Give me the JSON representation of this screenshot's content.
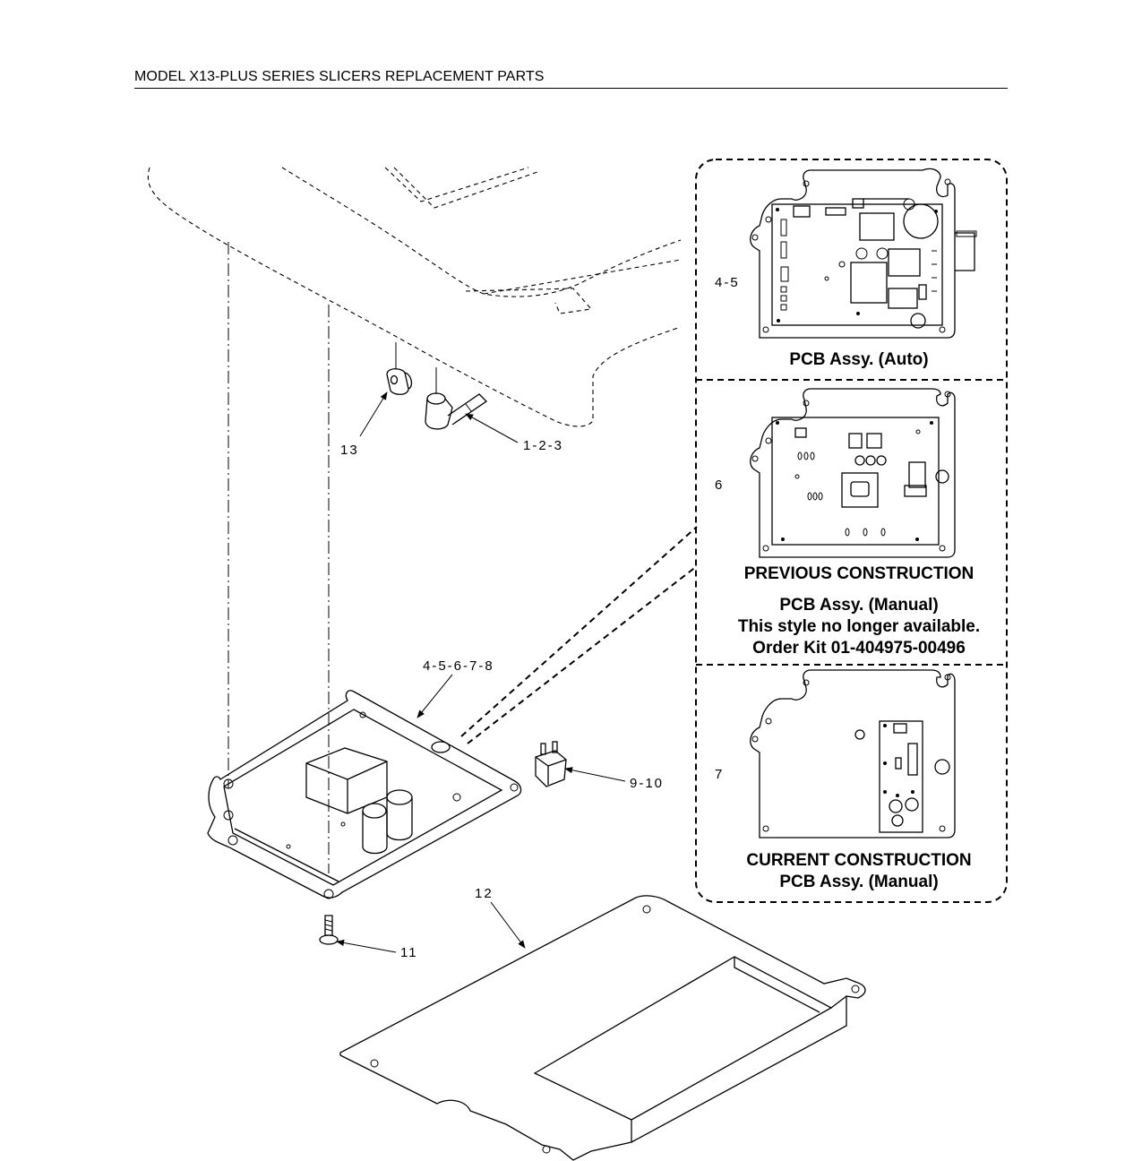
{
  "header": {
    "title": "MODEL X13-PLUS SERIES SLICERS REPLACEMENT PARTS"
  },
  "callouts": {
    "c13": "13",
    "c123": "1-2-3",
    "c45678": "4-5-6-7-8",
    "c910": "9-10",
    "c11": "11",
    "c12": "12"
  },
  "panels": {
    "auto": {
      "number": "4-5",
      "title": "PCB Assy. (Auto)"
    },
    "previous": {
      "number": "6",
      "line1": "PREVIOUS CONSTRUCTION",
      "line2": "PCB Assy. (Manual)",
      "line3": "This style no longer available.",
      "line4": "Order Kit 01-404975-00496"
    },
    "current": {
      "number": "7",
      "line1": "CURRENT CONSTRUCTION",
      "line2": "PCB Assy. (Manual)"
    }
  }
}
